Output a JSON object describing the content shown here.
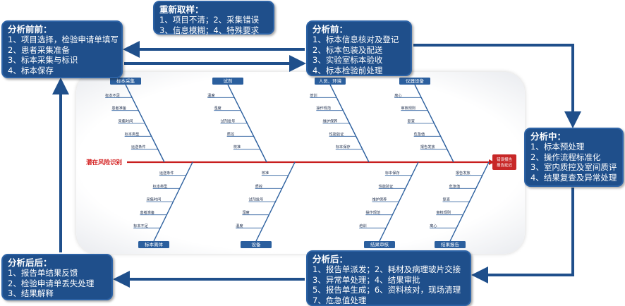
{
  "boxes": {
    "pre_analysis_front": {
      "title": "分析前前：",
      "lines": [
        "1、项目选择，检验申请单填写",
        "2、患者采集准备",
        "3、标本采集与标识",
        "4、标本保存"
      ]
    },
    "resample": {
      "title": "重新取样：",
      "lines": [
        "1、项目不清；2、采集错误",
        "3、信息模糊；4、特殊要求"
      ]
    },
    "pre_analysis": {
      "title": "分析前：",
      "lines": [
        "1、标本信息核对及登记",
        "2、标本包装及配送",
        "3、实验室标本验收",
        "4、标本检验前处理"
      ]
    },
    "analysis": {
      "title": "分析中：",
      "lines": [
        "1、标本预处理",
        "2、操作流程标准化",
        "3、室内质控及室间质评",
        "4、结果复查及异常处理"
      ]
    },
    "post_analysis": {
      "title": "分析后：",
      "lines": [
        "1、报告单派发；2、耗材及病理玻片交接",
        "3、异常单处理；4、结果审批",
        "5、报告单生成；6、资料核对，现场清理",
        "7、危急值处理"
      ]
    },
    "post_post_analysis": {
      "title": "分析后后：",
      "lines": [
        "1、报告单结果反馈",
        "2、检验申请单丢失处理",
        "3、结果解释"
      ]
    }
  },
  "fishbone": {
    "spine_label": "潜在风险识别",
    "head_label": [
      "错误报告",
      "报告延迟"
    ],
    "categories_top": [
      "标本采集",
      "试剂",
      "人员、环境",
      "仪器设备"
    ],
    "categories_bottom": [
      "标本离体",
      "设备",
      "结果审核",
      "结果报告"
    ],
    "branch_labels": [
      "标本不足",
      "患者准备",
      "采集时间",
      "标本类型",
      "运送条件",
      "温度",
      "湿度",
      "试剂批号",
      "质控",
      "校准",
      "培训",
      "操作规范",
      "维护保养",
      "性能验证",
      "标本保存",
      "离心",
      "审核规则",
      "复查",
      "危急值",
      "报告发放"
    ]
  },
  "colors": {
    "box_fill": "#1f4f8b",
    "arrow": "#1f4f8b",
    "spine": "#c81e1e",
    "bone": "#2b5f9e",
    "head": "#c82828"
  }
}
